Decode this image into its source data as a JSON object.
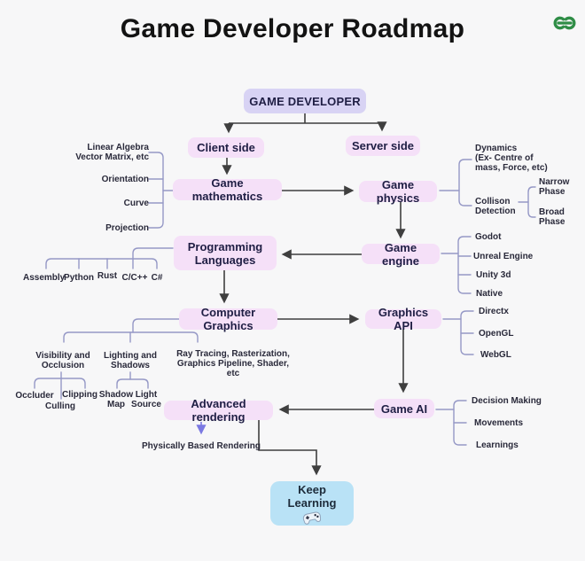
{
  "title": "Game Developer Roadmap",
  "brand": {
    "logo_icon": "geeksforgeeks-logo"
  },
  "palette": {
    "background": "#f7f7f8",
    "node_lavender": "#d8d3f4",
    "node_pink": "#f5e0f8",
    "node_blue": "#b9e2f6",
    "wire": "#9598c6",
    "arrow": "#3f3f3f",
    "accent_arrow": "#7b79e2",
    "logo_green": "#2f8d46"
  },
  "nodes": {
    "game_developer": "GAME DEVELOPER",
    "client_side": "Client side",
    "server_side": "Server side",
    "game_mathematics": "Game mathematics",
    "game_physics": "Game physics",
    "programming_languages": "Programming Languages",
    "game_engine": "Game engine",
    "computer_graphics": "Computer Graphics",
    "graphics_api": "Graphics API",
    "advanced_rendering": "Advanced rendering",
    "game_ai": "Game AI",
    "keep_learning": "Keep Learning"
  },
  "branches": {
    "math": {
      "linear_algebra": "Linear Algebra\nVector Matrix, etc",
      "orientation": "Orientation",
      "curve": "Curve",
      "projection": "Projection"
    },
    "physics": {
      "dynamics": "Dynamics\n(Ex- Centre of\nmass, Force, etc)",
      "collision": "Collison\nDetection",
      "narrow_phase": "Narrow\nPhase",
      "broad_phase": "Broad\nPhase"
    },
    "languages": [
      "Assembly",
      "Python",
      "Rust",
      "C/C++",
      "C#"
    ],
    "engines": [
      "Godot",
      "Unreal Engine",
      "Unity 3d",
      "Native"
    ],
    "graphics": {
      "visibility": "Visibility and\nOcclusion",
      "lighting": "Lighting and\nShadows",
      "ray_tracing": "Ray Tracing,  Rasterization,\nGraphics Pipeline, Shader, etc",
      "occluder": "Occluder",
      "culling": "Culling",
      "clipping": "Clipping",
      "shadow_map": "Shadow\nMap",
      "light_source": "Light\nSource"
    },
    "apis": [
      "Directx",
      "OpenGL",
      "WebGL"
    ],
    "rendering": {
      "pbr": "Physically Based Rendering"
    },
    "ai": [
      "Decision Making",
      "Movements",
      "Learnings"
    ]
  },
  "icons": {
    "keep_learning_icon": "gamepad-icon"
  }
}
